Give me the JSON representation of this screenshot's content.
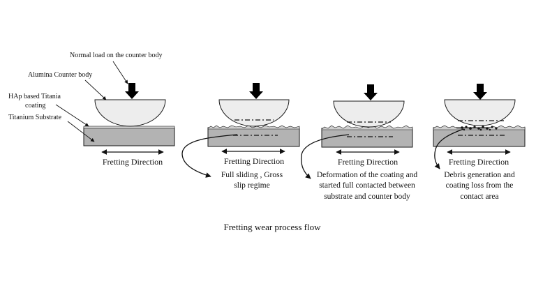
{
  "caption": "Fretting wear process flow",
  "labels": {
    "normal_load": "Normal load on the counter body",
    "counter_body": "Alumina Counter body",
    "coating_line1": "HAp based Titania",
    "coating_line2": "coating",
    "substrate": "Titanium Substrate"
  },
  "stages": [
    {
      "direction_label": "Fretting Direction",
      "description": []
    },
    {
      "direction_label": "Fretting Direction",
      "description": [
        "Full sliding , Gross",
        "slip regime"
      ]
    },
    {
      "direction_label": "Fretting Direction",
      "description": [
        "Deformation of the coating and",
        "started full contacted between",
        "substrate and counter body"
      ]
    },
    {
      "direction_label": "Fretting Direction",
      "description": [
        "Debris generation and",
        "coating loss from the",
        "contact area"
      ]
    }
  ],
  "colors": {
    "dome_fill": "#ededed",
    "substrate_fill": "#b3b3b3",
    "coating_fill": "#d8d8d8",
    "outline": "#1a1a1a"
  }
}
